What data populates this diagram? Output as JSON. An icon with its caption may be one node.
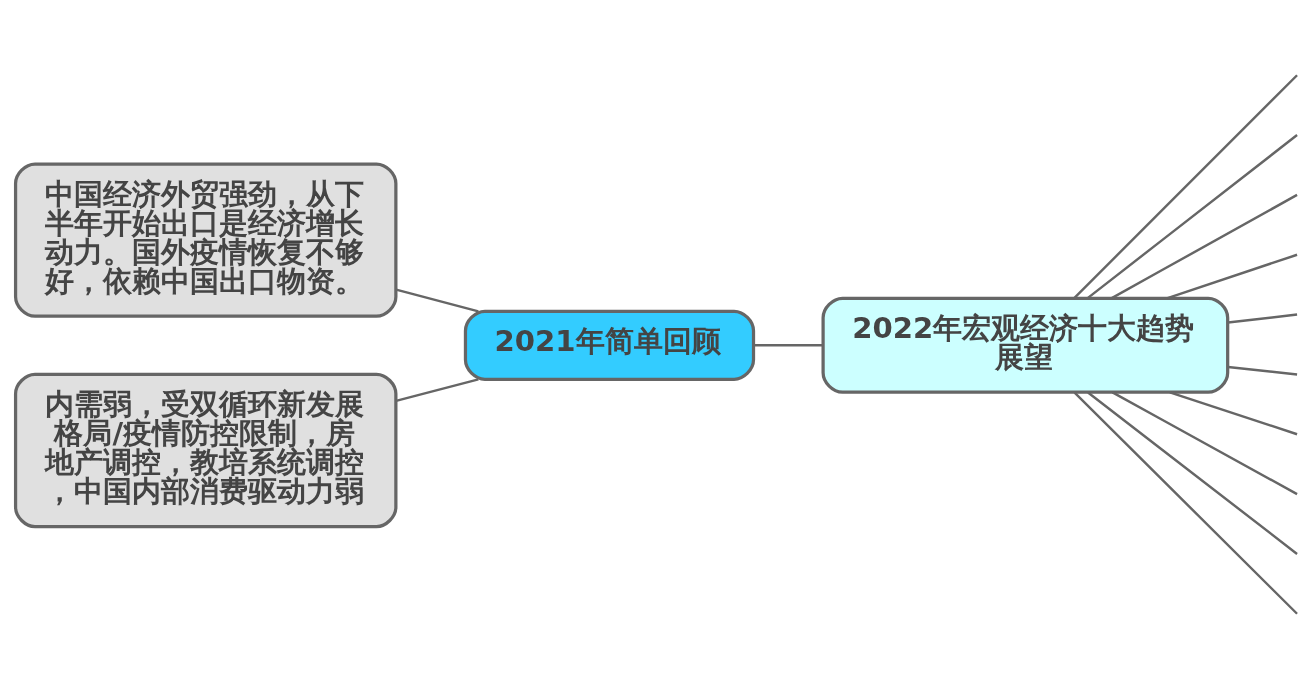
{
  "diagram": {
    "nodes": [
      {
        "text": [
          "2022年宏观经济十大趋势展望"
        ]
      },
      {
        "text": [
          "2021年简单回顾"
        ]
      },
      {
        "text": [
          "中国经济外贸强劲，从下半年开始出口是经济增长动力。国外疫情恢复不够好，依赖中国出口物资。"
        ]
      },
      {
        "text": [
          "内需弱，受双循环新发展格局/疫情防控限制，房地产调控，教培系统调控，中国内部消费驱动力弱"
        ]
      }
    ],
    "edges": [
      {
        "from": 0,
        "to": 1,
        "arrow": "none"
      },
      {
        "from": 1,
        "to": 2,
        "arrow": "none"
      },
      {
        "from": 1,
        "to": 3,
        "arrow": "none"
      },
      {
        "from": 0,
        "to": null,
        "arrow": "none"
      },
      {
        "from": 0,
        "to": null,
        "arrow": "none"
      },
      {
        "from": 0,
        "to": null,
        "arrow": "none"
      },
      {
        "from": 0,
        "to": null,
        "arrow": "none"
      },
      {
        "from": 0,
        "to": null,
        "arrow": "none"
      },
      {
        "from": 0,
        "to": null,
        "arrow": "none"
      },
      {
        "from": 0,
        "to": null,
        "arrow": "none"
      },
      {
        "from": 0,
        "to": null,
        "arrow": "none"
      },
      {
        "from": 0,
        "to": null,
        "arrow": "none"
      },
      {
        "from": 0,
        "to": null,
        "arrow": "none"
      }
    ]
  }
}
